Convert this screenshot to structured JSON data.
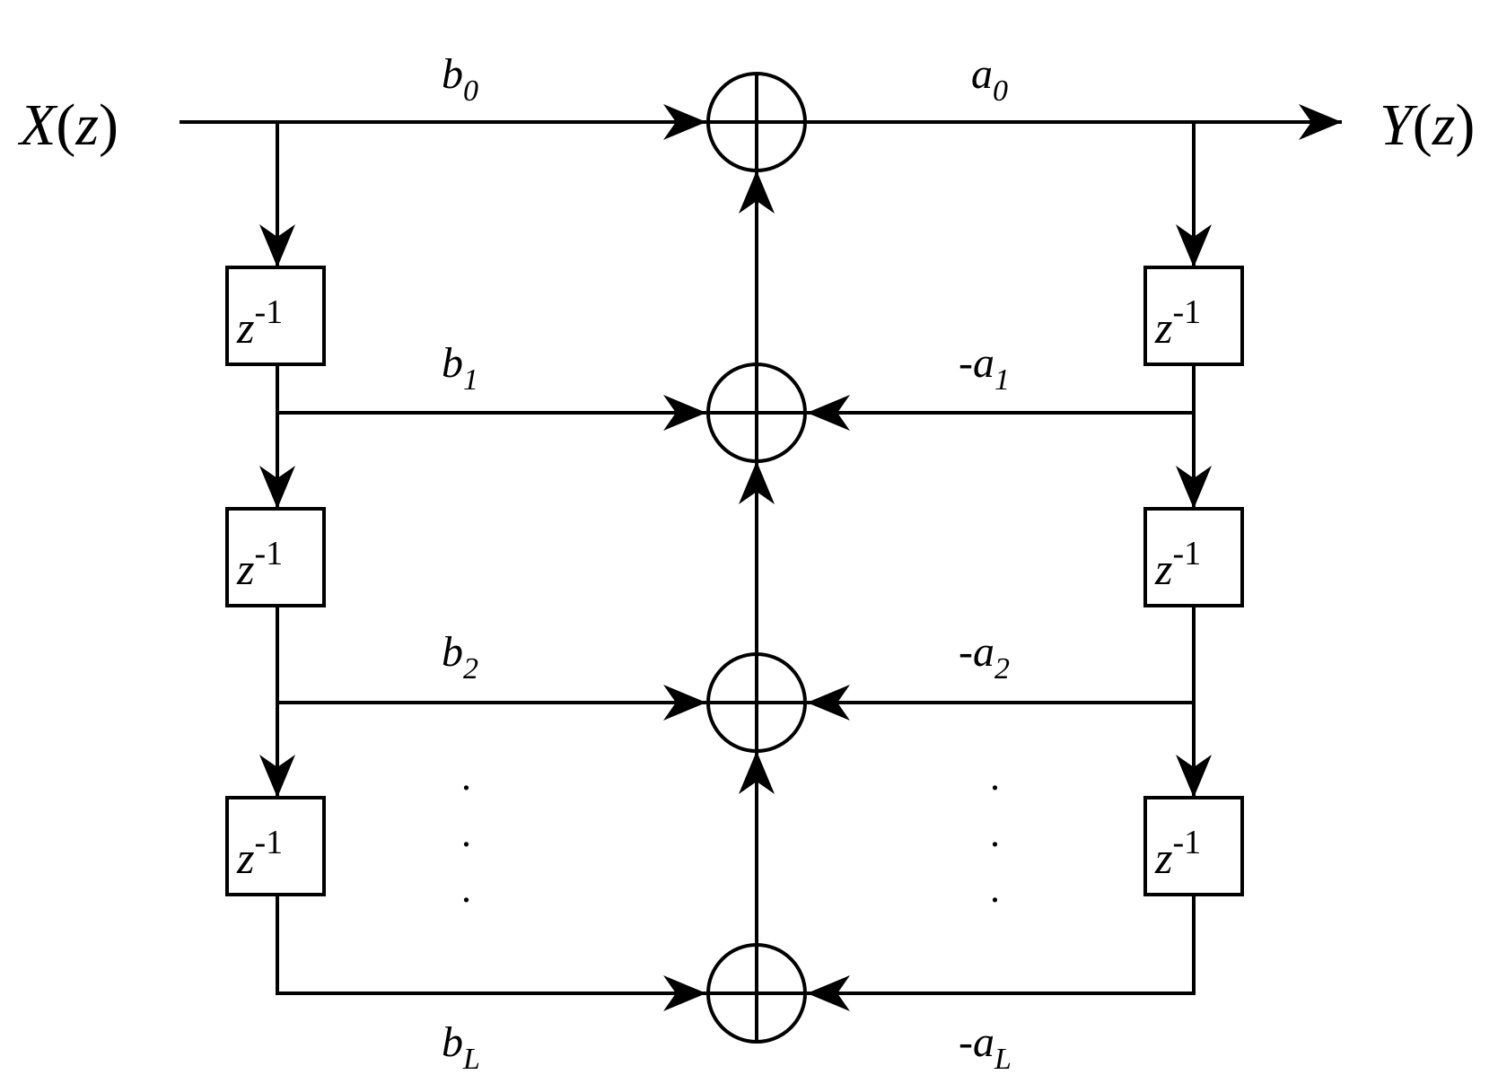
{
  "input": {
    "name": "X",
    "arg": "z"
  },
  "output": {
    "name": "Y",
    "arg": "z"
  },
  "delay": {
    "base": "z",
    "exp": "-1"
  },
  "feedforward": [
    {
      "sym": "b",
      "sub": "0"
    },
    {
      "sym": "b",
      "sub": "1"
    },
    {
      "sym": "b",
      "sub": "2"
    },
    {
      "sym": "b",
      "sub": "L"
    }
  ],
  "feedback": [
    {
      "sym": "a",
      "sub": "0"
    },
    {
      "sym": "-a",
      "sub": "1"
    },
    {
      "sym": "-a",
      "sub": "2"
    },
    {
      "sym": "-a",
      "sub": "L"
    }
  ],
  "ellipsis": "."
}
